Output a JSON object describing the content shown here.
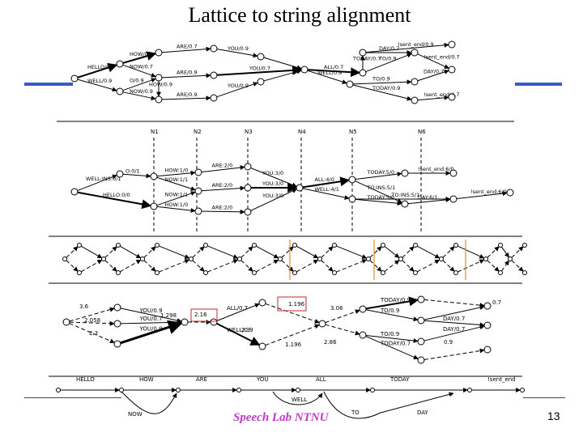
{
  "title": "Lattice to string alignment",
  "footer": "Speech Lab NTNU",
  "page_number": "13",
  "panel1": {
    "arcs": [
      "HELLO/0.7",
      "WELL/0.9",
      "HOW/0.9",
      "NOW/0.7",
      "NOW/0.9",
      "O/0.9",
      "HOW/0.9",
      "ARE/0.7",
      "ARE/0.9",
      "YOU/0.9",
      "YOU/0.7",
      "YOU/0.9",
      "ARE/0.9",
      "ALL/0.7",
      "WELL/0.9",
      "TODAY/0.7",
      "TO/0.9",
      "TO/0.9",
      "TODAY/0.9",
      "DAY/0.7",
      "DAY/0.7",
      "!sent_end/0.9",
      "!sent_end/0.7",
      "!sent_end/0.7"
    ]
  },
  "panel2": {
    "columns": [
      "N1",
      "N2",
      "N3",
      "N4",
      "N5",
      "N6"
    ],
    "arcs": [
      "WELL:INS:0/1",
      "HELLO:0/0",
      "O:0/1",
      "HOW:1/0",
      "NOW:1/1",
      "NOW:1/1",
      "HOW:1/0",
      "ARE:2/0",
      "ARE:2/0",
      "ARE:2/0",
      "YOU:3/0",
      "YOU:3/0",
      "YOU:3/0",
      "ALL:4/0",
      "WELL:4/1",
      "TODAY:5/0",
      "TO:INS:5/1",
      "TODAY:5/0",
      "TO:INS:5/1",
      "!sent_end:6/0",
      "DAY:6/1",
      "!sent_end:6/0"
    ]
  },
  "panel4": {
    "weights": [
      "3.6",
      "2.058",
      "2.3",
      "1.298",
      "2.16",
      "1.196",
      "2.3",
      "1.196",
      "3.06",
      "2.86",
      "0.7",
      "0.9"
    ],
    "arcs": [
      "YOU/0.9",
      "YOU/0.7",
      "YOU/0.9",
      "ALL/0.7",
      "WELL/0.9",
      "TODAY/0.9",
      "TO/0.9",
      "TO/0.9",
      "TODAY/0.7",
      "DAY/0.7",
      "DAY/0.7"
    ]
  },
  "panel5": {
    "words": [
      "HELLO",
      "HOW",
      "ARE",
      "YOU",
      "ALL",
      "TODAY",
      "!sent_end",
      "NOW",
      "WELL",
      "TO",
      "DAY"
    ]
  },
  "colors": {
    "accent": "#3b5bc4",
    "footer": "#c03cc8",
    "highlight_box": "#c0282d",
    "column_bar": "#e08a2a"
  }
}
